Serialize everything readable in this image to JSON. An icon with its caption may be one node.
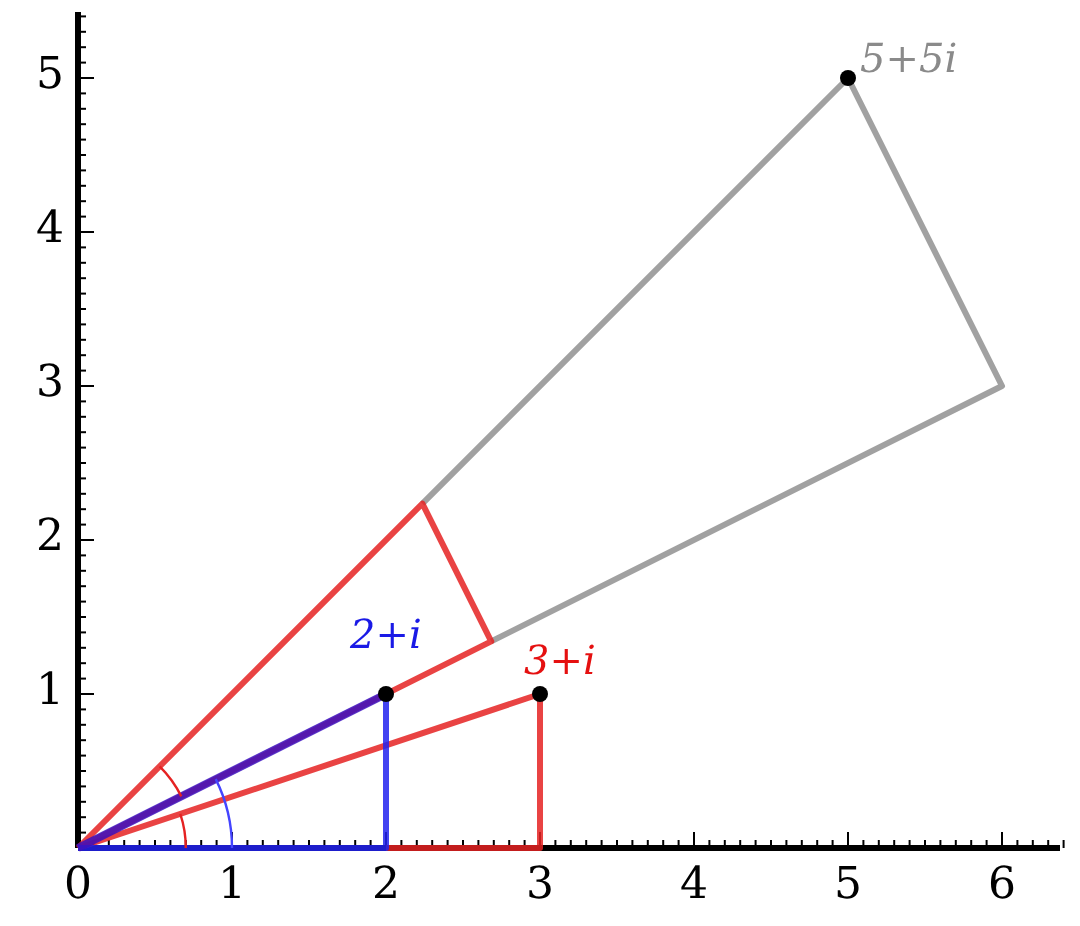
{
  "diagram": {
    "nodes": [
      {
        "text": [
          "5+5i"
        ]
      },
      {
        "text": [
          "2+i"
        ]
      },
      {
        "text": [
          "3+i"
        ]
      }
    ],
    "labels": [
      "5",
      "4",
      "3",
      "2",
      "1",
      "0",
      "1",
      "2",
      "3",
      "4",
      "5",
      "6"
    ]
  }
}
